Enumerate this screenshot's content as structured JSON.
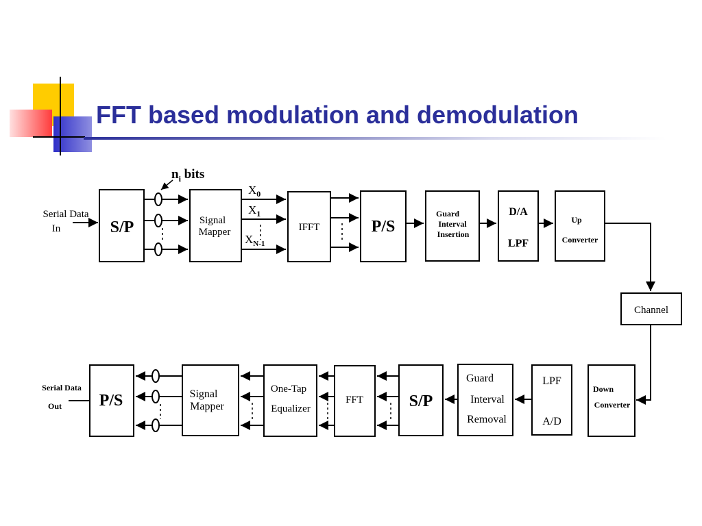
{
  "slide": {
    "title": "FFT based modulation and demodulation"
  },
  "tx": {
    "input_label": [
      "Serial Data",
      "In"
    ],
    "sp": "S/P",
    "bits_label_main": "n",
    "bits_label_sub": "i",
    "bits_label_rest": " bits",
    "mapper": [
      "Signal",
      "Mapper"
    ],
    "x0": "X",
    "x0_sub": "0",
    "x1": "X",
    "x1_sub": "1",
    "xn": "X",
    "xn_sub": "N-1",
    "ifft": "IFFT",
    "ps": "P/S",
    "guard": [
      "Guard",
      "Interval",
      "Insertion"
    ],
    "da": "D/A",
    "lpf": "LPF",
    "up": [
      "Up",
      "Converter"
    ]
  },
  "channel": "Channel",
  "rx": {
    "down": [
      "Down",
      "Converter"
    ],
    "lpf": "LPF",
    "ad": "A/D",
    "guard": [
      "Guard",
      "Interval",
      "Removal"
    ],
    "sp": "S/P",
    "fft": "FFT",
    "eq": [
      "One-Tap",
      "Equalizer"
    ],
    "mapper": [
      "Signal",
      "Mapper"
    ],
    "ps": "P/S",
    "output_label": [
      "Serial Data",
      "Out"
    ]
  },
  "colors": {
    "title": "#2b2f9a",
    "deco_yellow": "#ffcc00",
    "deco_red": "#ff4444",
    "deco_blue": "#3333cc"
  }
}
